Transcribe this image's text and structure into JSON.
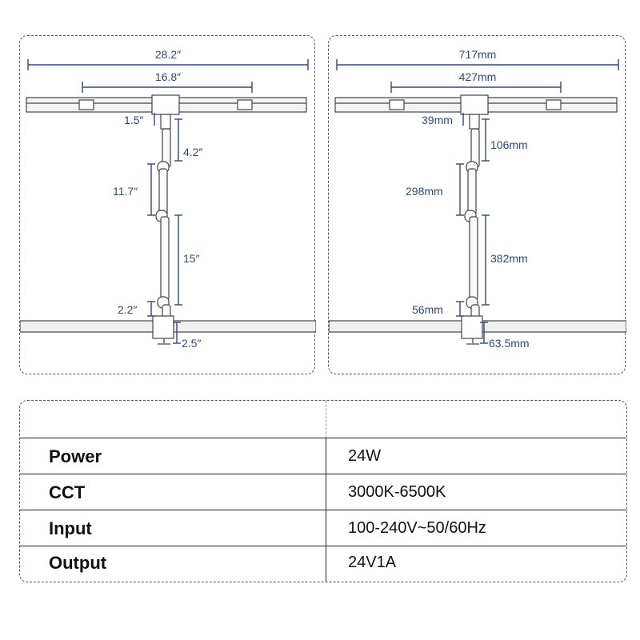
{
  "inch_diagram": {
    "total_width": "28.2″",
    "arm_width": "16.8″",
    "head_offset": "1.5″",
    "upper_link": "4.2″",
    "mid_link": "11.7″",
    "lower_link": "15″",
    "base_link": "2.2″",
    "clamp": "2.5″"
  },
  "mm_diagram": {
    "total_width": "717mm",
    "arm_width": "427mm",
    "head_offset": "39mm",
    "upper_link": "106mm",
    "mid_link": "298mm",
    "lower_link": "382mm",
    "base_link": "56mm",
    "clamp": "63.5mm"
  },
  "specs": {
    "rows": [
      {
        "label": "Power",
        "value": "24W"
      },
      {
        "label": "CCT",
        "value": "3000K-6500K"
      },
      {
        "label": "Input",
        "value": "100-240V~50/60Hz"
      },
      {
        "label": "Output",
        "value": "24V1A"
      }
    ]
  },
  "colors": {
    "dimension": "#2f4a7a",
    "outline": "#555555"
  }
}
